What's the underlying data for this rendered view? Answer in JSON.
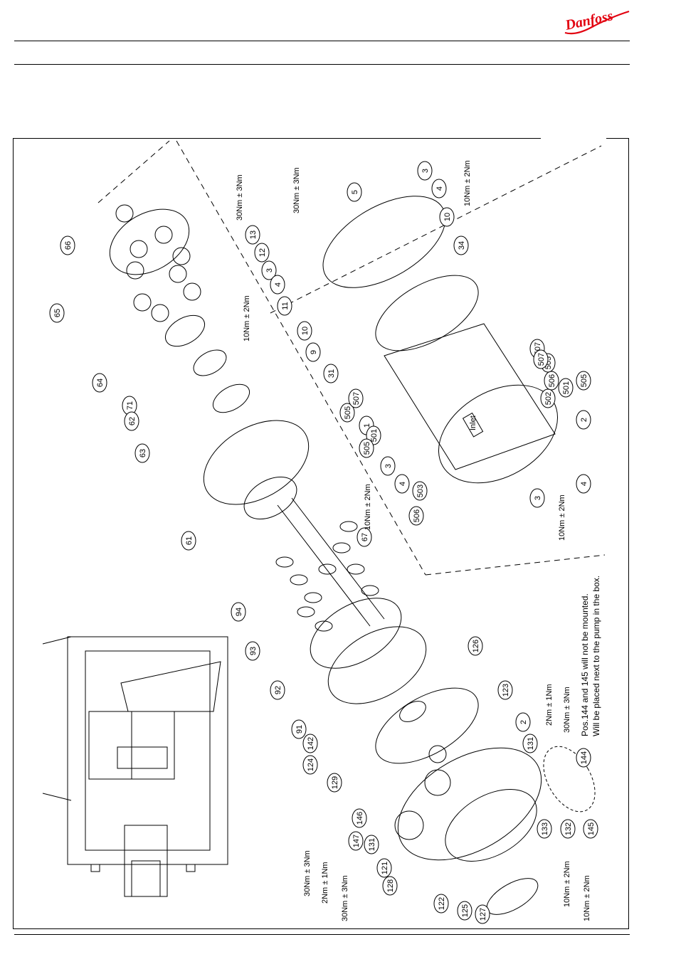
{
  "brand": {
    "name": "Danfoss",
    "color": "#e2000f"
  },
  "diagram": {
    "balloons": [
      "66",
      "65",
      "64",
      "71",
      "62",
      "63",
      "61",
      "94",
      "93",
      "92",
      "91",
      "142",
      "124",
      "129",
      "146",
      "147",
      "131",
      "121",
      "128",
      "122",
      "125",
      "127",
      "126",
      "123",
      "2",
      "131",
      "133",
      "132",
      "145",
      "144",
      "67",
      "13",
      "12",
      "3",
      "4",
      "11",
      "10",
      "9",
      "31",
      "5",
      "3",
      "4",
      "10",
      "34",
      "505",
      "507",
      "1",
      "501",
      "3",
      "4",
      "503",
      "506",
      "505",
      "507",
      "506",
      "501",
      "502",
      "505",
      "507",
      "505",
      "2",
      "3",
      "4"
    ],
    "torques": [
      "30Nm ± 3Nm",
      "30Nm ± 3Nm",
      "10Nm ± 2Nm",
      "10Nm ± 2Nm",
      "10Nm ± 2Nm",
      "10Nm ± 2Nm",
      "2Nm ± 1Nm",
      "30Nm ± 3Nm",
      "30Nm ± 3Nm",
      "2Nm ± 1Nm",
      "30Nm ± 3Nm",
      "10Nm ± 2Nm",
      "10Nm ± 2Nm"
    ],
    "note_line1": "Pos.144 and 145 will not be mounted.",
    "note_line2": "Will be placed next to the pump in the box.",
    "inlet_label": "Inlet"
  }
}
